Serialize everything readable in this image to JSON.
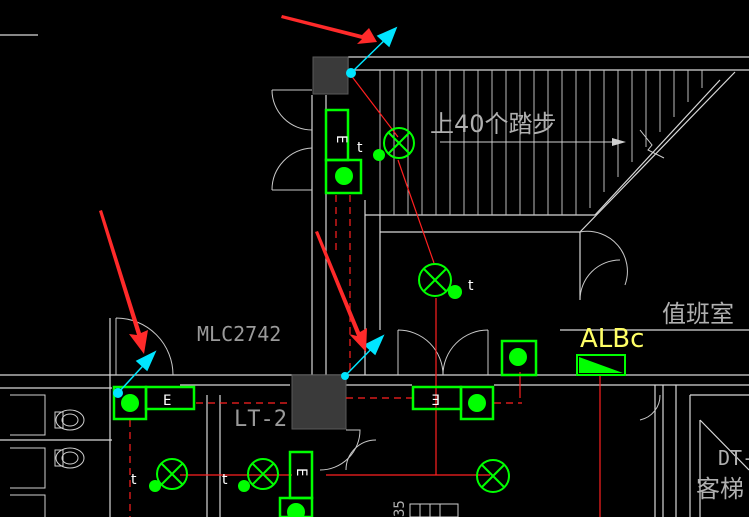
{
  "drawing": {
    "background": "#000000",
    "colors": {
      "wall": "#ffffff",
      "equipment": "#00ff00",
      "wiring": "#ff2020",
      "cyan": "#00e5ff",
      "arrow": "#ff2a2a",
      "annotation_gray": "#b0b0b0",
      "yellow": "#ffff66"
    },
    "labels": {
      "stairs_up": "上40个踏步",
      "duty_room": "值班室",
      "alarm_label": "ALBc",
      "door_code": "MLC2742",
      "lt_code": "LT-2",
      "dt_code": "DT-",
      "elevator": "客梯",
      "e_mark": "E",
      "t_mark": "t",
      "partial_number": "35"
    }
  }
}
